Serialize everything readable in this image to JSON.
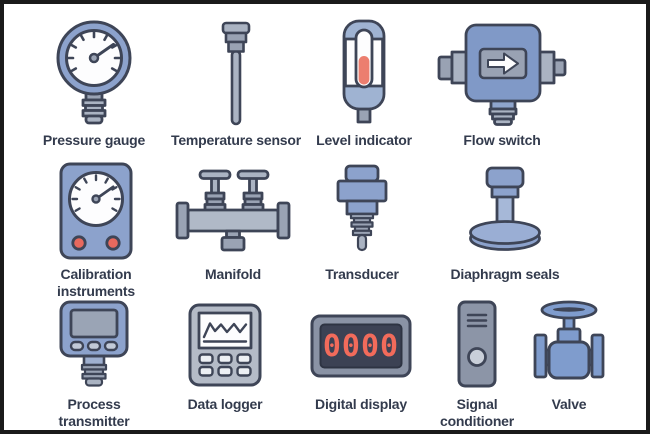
{
  "frame": {
    "background": "#ffffff",
    "border_color": "#1a1a1a"
  },
  "palette": {
    "outline": "#3e4557",
    "blue": "#8ca2cc",
    "blue_bright": "#7f9ccd",
    "blue_pale": "#9fb3d2",
    "gray": "#aab3c2",
    "gray_mid": "#99a2b3",
    "gray_dark": "#8c95a7",
    "steel": "#b4bbc7",
    "red_accent": "#e8695e",
    "digit_red": "#f26b5b",
    "screen_dark": "#3c4254",
    "white": "#fdfdfe",
    "label_color": "#333b4d"
  },
  "items": [
    {
      "id": "pressure-gauge",
      "lines": [
        "Pressure gauge"
      ]
    },
    {
      "id": "temperature-sensor",
      "lines": [
        "Temperature sensor"
      ]
    },
    {
      "id": "level-indicator",
      "lines": [
        "Level indicator"
      ]
    },
    {
      "id": "flow-switch",
      "lines": [
        "Flow switch"
      ]
    },
    {
      "id": "calibration-instruments",
      "lines": [
        "Calibration",
        "instruments"
      ]
    },
    {
      "id": "manifold",
      "lines": [
        "Manifold"
      ]
    },
    {
      "id": "transducer",
      "lines": [
        "Transducer"
      ]
    },
    {
      "id": "diaphragm-seals",
      "lines": [
        "Diaphragm seals"
      ]
    },
    {
      "id": "process-transmitter",
      "lines": [
        "Process",
        "transmitter"
      ]
    },
    {
      "id": "data-logger",
      "lines": [
        "Data logger"
      ]
    },
    {
      "id": "digital-display",
      "lines": [
        "Digital display"
      ]
    },
    {
      "id": "signal-conditioner",
      "lines": [
        "Signal",
        "conditioner"
      ]
    },
    {
      "id": "valve",
      "lines": [
        "Valve"
      ]
    }
  ],
  "display": {
    "value": "0000"
  }
}
